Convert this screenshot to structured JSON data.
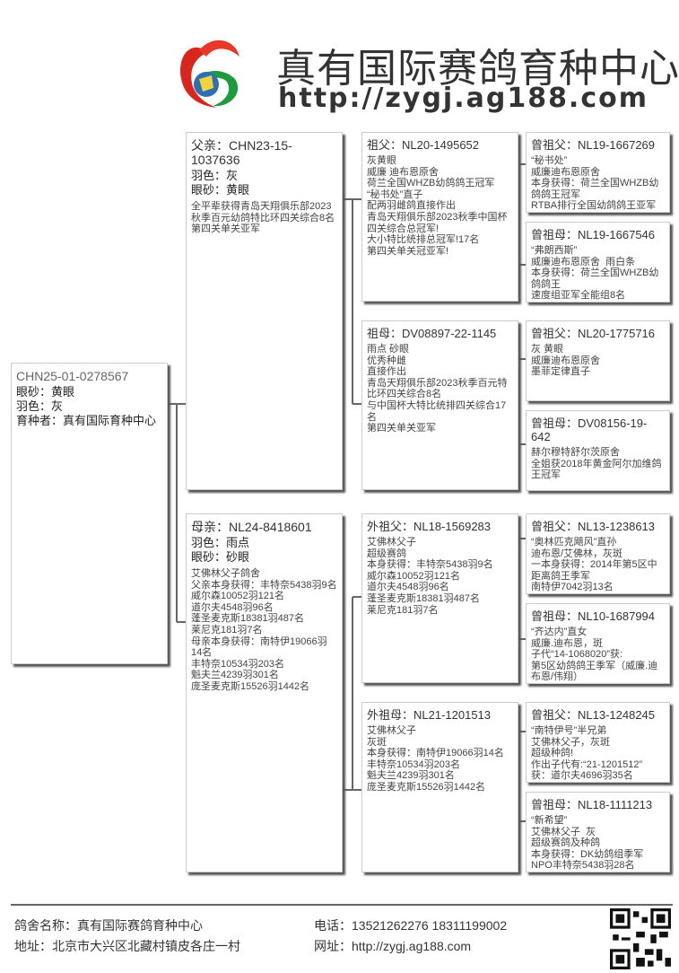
{
  "header": {
    "brand": "真有国际赛鸽育种中心",
    "url": "http://zygj.ag188.com"
  },
  "subject": {
    "ring": "CHN25-01-0278567",
    "lines": [
      "眼砂：黄眼",
      "羽色：灰",
      "育种者：真有国际育种中心"
    ]
  },
  "sire": {
    "title": "父亲：CHN23-15-1037636",
    "color": "羽色：灰",
    "eye": "眼砂：黄眼",
    "notes": "全平辈获得青岛天翔俱乐部2023秋季百元幼鸽特比环四关综合8名\n第四关单关亚军"
  },
  "dam": {
    "title": "母亲：NL24-8418601",
    "color": "羽色：雨点",
    "eye": "眼砂：砂眼",
    "notes": "艾佛林父子鸽舍\n父亲本身获得：丰特奈5438羽9名\n威尔森10052羽121名\n道尔夫4548羽96名\n蓬圣麦克斯18381羽487名\n莱尼克181羽7名\n母亲本身获得：南特伊19066羽14名\n丰特奈10534羽203名\n魁夫兰4239羽301名\n庞圣麦克斯15526羽1442名"
  },
  "grandparents": [
    {
      "title": "祖父：NL20-1495652",
      "notes": "灰黄眼\n威廉 迪布恩原舍\n荷兰全国WHZB幼鸽鸽王冠军\n“秘书处”直子\n配两羽雌鸽直接作出\n青岛天翔俱乐部2023秋季中国杯四关综合总冠军!\n大小特比统排总冠军!17名\n第四关单关冠亚军!"
    },
    {
      "title": "祖母：DV08897-22-1145",
      "notes": "雨点 砂眼\n优秀种雌\n直接作出\n青岛天翔俱乐部2023秋季百元特比环四关综合8名\n与中国杯大特比统排四关综合17名\n第四关单关亚军"
    },
    {
      "title": "外祖父：NL18-1569283",
      "notes": "艾佛林父子\n超级赛鸽\n本身获得：丰特奈5438羽9名\n威尔森10052羽121名\n道尔夫4548羽96名\n蓬圣麦克斯18381羽487名\n莱尼克181羽7名"
    },
    {
      "title": "外祖母：NL21-1201513",
      "notes": "艾佛林父子\n灰斑\n本身获得：南特伊19066羽14名\n丰特奈10534羽203名\n魁夫兰4239羽301名\n庞圣麦克斯15526羽1442名"
    }
  ],
  "great_grandparents": [
    {
      "title": "曾祖父：NL19-1667269",
      "notes": "“秘书处”\n威廉迪布恩原舍\n本身获得：荷兰全国WHZB幼鸽鸽王冠军\nRTBA排行全国幼鸽鸽王亚军"
    },
    {
      "title": "曾祖母：NL19-1667546",
      "notes": "“弗朗西斯”\n威廉迪布恩原舍  雨白条\n本身获得：荷兰全国WHZB幼鸽鸽王\n速度组亚军全能组8名"
    },
    {
      "title": "曾祖父：NL20-1775716",
      "notes": "灰 黄眼\n威廉迪布恩原舍\n墨菲定律直子"
    },
    {
      "title": "曾祖母：DV08156-19-642",
      "notes": "赫尔穆特舒尔茨原舍\n全姐获2018年黄金阿尔加维鸽王冠军"
    },
    {
      "title": "曾祖父：NL13-1238613",
      "notes": "“奥林匹克飓风”直孙\n迪布恩/艾佛林，灰斑\n一本身获得：2014年第5区中距离鸽王季军\n南特伊7042羽13名"
    },
    {
      "title": "曾祖母：NL10-1687994",
      "notes": "“齐达内”直女\n威廉.迪布恩，斑\n子代“14-1068020”获:\n第5区幼鸽鸽王季军（威廉.迪布恩/伟翔）"
    },
    {
      "title": "曾祖父：NL13-1248245",
      "notes": "“南特伊号”半兄弟\n艾佛林父子，灰斑\n超级种鸽!\n作出子代有:“21-1201512”\n获：道尔夫4696羽35名"
    },
    {
      "title": "曾祖母：NL18-1111213",
      "notes": "“新希望”\n艾佛林父子  灰\n超级赛鸽及种鸽\n本身获得：DK幼鸽组季军\nNPO丰特奈5438羽28名"
    }
  ],
  "footer": {
    "loft": "鸽舍名称：真有国际赛鸽育种中心",
    "address": "地址：北京市大兴区北藏村镇皮各庄一村",
    "phone": "电话：13521262276 18311199002",
    "website": "网址：http://zygj.ag188.com"
  }
}
